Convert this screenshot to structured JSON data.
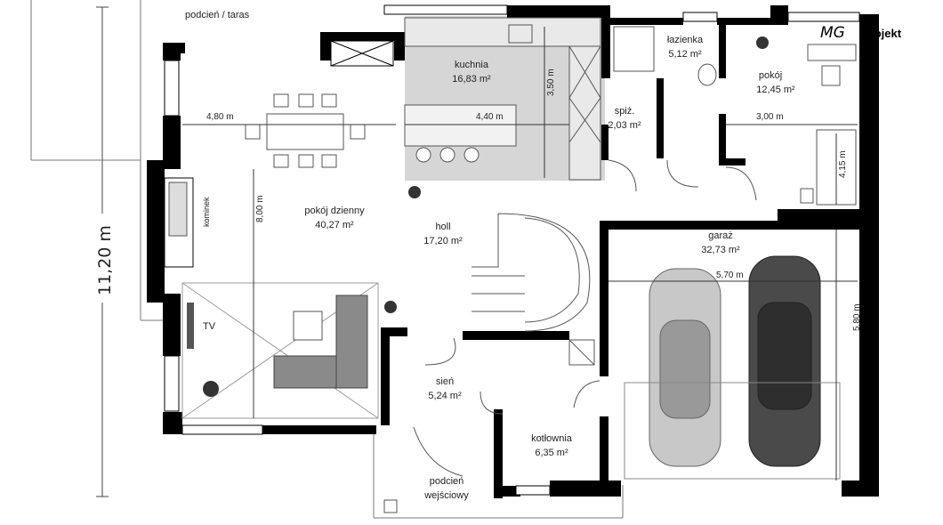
{
  "brand": {
    "prefix": "MG",
    "name": "Projekt"
  },
  "overall_dimension": "11,20 m",
  "rooms": {
    "terrace": {
      "name": "podcień / taras"
    },
    "kitchen": {
      "name": "kuchnia",
      "area": "16,83 m²"
    },
    "bathroom": {
      "name": "łazienka",
      "area": "5,12 m²"
    },
    "bedroom": {
      "name": "pokój",
      "area": "12,45 m²"
    },
    "pantry": {
      "name": "spiż.",
      "area": "2,03 m²"
    },
    "living": {
      "name": "pokój dzienny",
      "area": "40,27 m²"
    },
    "hall": {
      "name": "holl",
      "area": "17,20 m²"
    },
    "garage": {
      "name": "garaż",
      "area": "32,73 m²"
    },
    "vestibule": {
      "name": "sień",
      "area": "5,24 m²"
    },
    "boiler": {
      "name": "kotłownia",
      "area": "6,35 m²"
    },
    "porch": {
      "name_line1": "podcień",
      "name_line2": "wejściowy"
    }
  },
  "labels": {
    "fireplace": "kominek",
    "tv": "TV"
  },
  "dimensions": {
    "living_width": "4,80 m",
    "kitchen_island": "4,40 m",
    "kitchen_depth": "3,50 m",
    "bedroom_width": "3,00 m",
    "bedroom_depth": "4,15 m",
    "living_depth": "8,00 m",
    "garage_width": "5,70 m",
    "garage_depth": "5,80 m"
  },
  "colors": {
    "wall": "#000000",
    "kitchen_floor": "#d6d6d6",
    "sofa": "#8a8a8a",
    "car_light": "#c8c8c8",
    "car_dark": "#4a4a4a"
  }
}
